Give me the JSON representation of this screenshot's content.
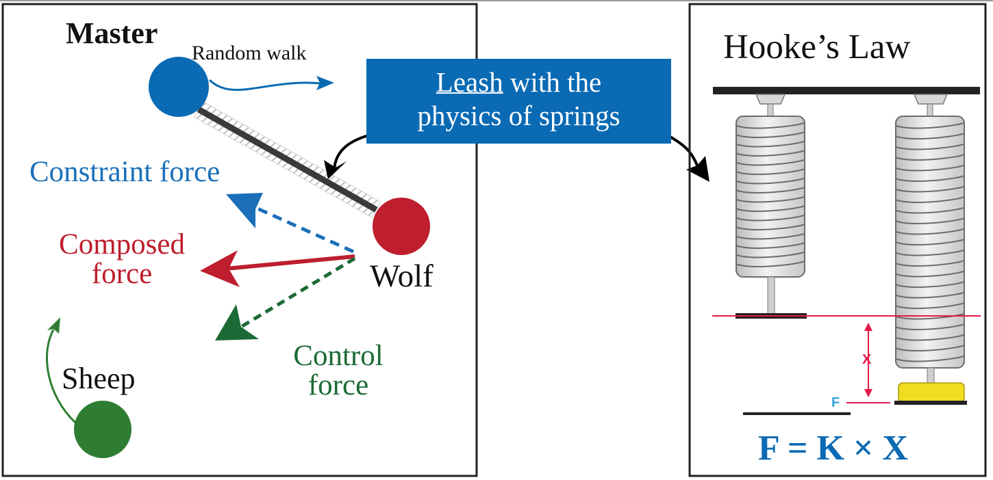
{
  "left_panel": {
    "master_label": "Master",
    "random_walk_label": "Random walk",
    "constraint_force_label": "Constraint force",
    "composed_force_lines": [
      "Composed",
      "force"
    ],
    "wolf_label": "Wolf",
    "sheep_label": "Sheep",
    "control_force_lines": [
      "Control",
      "force"
    ]
  },
  "callout": {
    "underlined_word": "Leash",
    "line1_rest": " with the",
    "line2": "physics of springs"
  },
  "right_panel": {
    "title": "Hooke’s Law",
    "x_label": "X",
    "f_label": "F",
    "formula": "F = K × X"
  },
  "colors": {
    "master_blue": "#0a6ab3",
    "wolf_red": "#be1e2d",
    "sheep_green": "#2e7d32",
    "constraint_blue": "#1a6fb8",
    "composed_red": "#be1e2d",
    "control_green": "#1b6a35",
    "callout_bg": "#0a6ab3",
    "measure_red": "#e8174b",
    "weight_yellow": "#f2dc1f",
    "formula_blue": "#0a6ab3"
  }
}
